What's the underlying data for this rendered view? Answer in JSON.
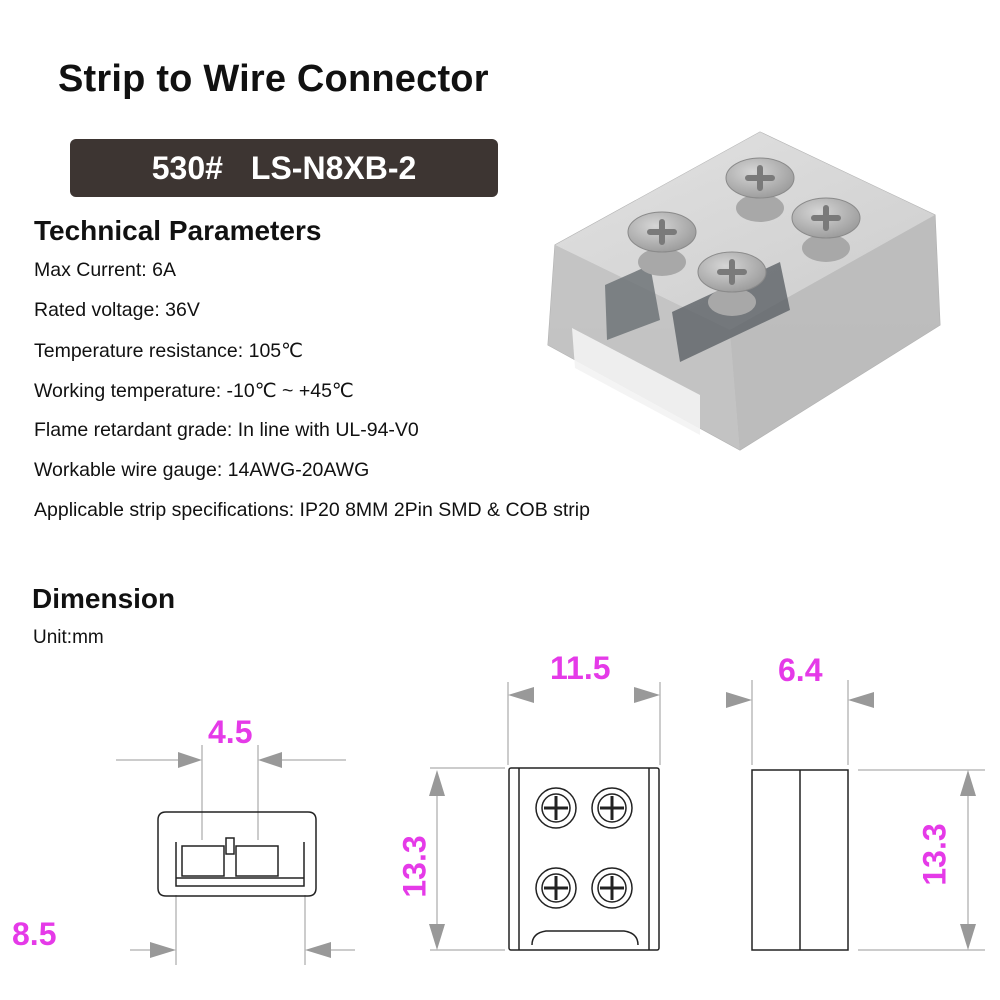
{
  "title": "Strip to Wire Connector",
  "model": {
    "code": "530#",
    "name": "LS-N8XB-2"
  },
  "technical": {
    "heading": "Technical Parameters",
    "params": [
      "Max Current: 6A",
      "Rated voltage: 36V",
      "Temperature resistance: 105℃",
      "Working temperature: -10℃ ~ +45℃",
      "Flame retardant grade: In line with UL-94-V0",
      "Workable wire gauge: 14AWG-20AWG",
      "Applicable strip specifications: IP20 8MM 2Pin SMD & COB strip"
    ]
  },
  "dimension": {
    "heading": "Dimension",
    "unit": "Unit:mm",
    "labels": {
      "pin_spacing": "4.5",
      "front_height": "8.5",
      "top_width": "11.5",
      "top_length": "13.3",
      "side_width": "6.4",
      "side_length": "13.3"
    },
    "accent_color": "#e53ae8"
  },
  "colors": {
    "model_bar": "#3d3532",
    "title": "#111111"
  }
}
